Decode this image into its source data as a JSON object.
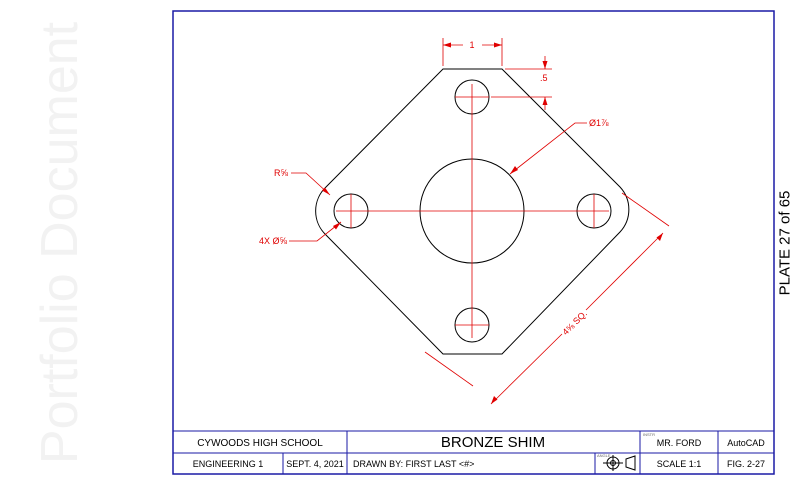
{
  "watermark": "Portfolio Document",
  "plate_label": "PLATE 27 of 65",
  "colors": {
    "border": "#1a1aa6",
    "dimension": "#e00000",
    "object": "#000000"
  },
  "dimensions": {
    "top_width": "1",
    "top_offset": ".5",
    "center_hole_dia": "Ø1⅞",
    "corner_radius": "R⅝",
    "hole_dia": "4X Ø⅝",
    "overall_size": "4⅝ SQ."
  },
  "title_block": {
    "school": "CYWOODS HIGH SCHOOL",
    "title": "BRONZE SHIM",
    "instructor_label": "INSTR",
    "instructor": "MR. FORD",
    "software": "AutoCAD",
    "course": "ENGINEERING 1",
    "date": "SEPT. 4, 2021",
    "drawn_by": "DRAWN BY:  FIRST LAST <#>",
    "projection_label": "ANGLE",
    "scale": "SCALE 1:1",
    "figure": "FIG. 2-27"
  }
}
